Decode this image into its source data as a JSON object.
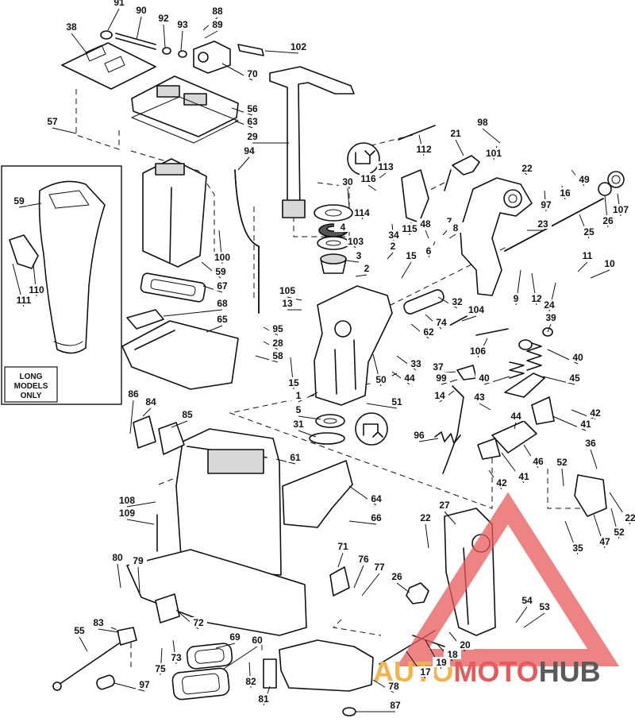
{
  "diagram": {
    "inset_note_lines": [
      "LONG",
      "MODELS",
      "ONLY"
    ],
    "callouts": [
      {
        "id": "c91",
        "label": "91"
      },
      {
        "id": "c90",
        "label": "90"
      },
      {
        "id": "c92",
        "label": "92"
      },
      {
        "id": "c93",
        "label": "93"
      },
      {
        "id": "c88",
        "label": "88"
      },
      {
        "id": "c89",
        "label": "89"
      },
      {
        "id": "c38",
        "label": "38"
      },
      {
        "id": "c102",
        "label": "102"
      },
      {
        "id": "c70",
        "label": "70"
      },
      {
        "id": "c56",
        "label": "56"
      },
      {
        "id": "c63",
        "label": "63"
      },
      {
        "id": "c57",
        "label": "57"
      },
      {
        "id": "c29",
        "label": "29"
      },
      {
        "id": "c94",
        "label": "94"
      },
      {
        "id": "c112",
        "label": "112"
      },
      {
        "id": "c98",
        "label": "98"
      },
      {
        "id": "c21",
        "label": "21"
      },
      {
        "id": "c101",
        "label": "101"
      },
      {
        "id": "c22a",
        "label": "22"
      },
      {
        "id": "c49",
        "label": "49"
      },
      {
        "id": "c113",
        "label": "113"
      },
      {
        "id": "c116",
        "label": "116"
      },
      {
        "id": "c30",
        "label": "30"
      },
      {
        "id": "c16",
        "label": "16"
      },
      {
        "id": "c97a",
        "label": "97"
      },
      {
        "id": "c26a",
        "label": "26"
      },
      {
        "id": "c107",
        "label": "107"
      },
      {
        "id": "c59a",
        "label": "59"
      },
      {
        "id": "c114",
        "label": "114"
      },
      {
        "id": "c4",
        "label": "4"
      },
      {
        "id": "c34",
        "label": "34"
      },
      {
        "id": "c115",
        "label": "115"
      },
      {
        "id": "c48",
        "label": "48"
      },
      {
        "id": "c7",
        "label": "7"
      },
      {
        "id": "c8",
        "label": "8"
      },
      {
        "id": "c23",
        "label": "23"
      },
      {
        "id": "c25",
        "label": "25"
      },
      {
        "id": "c103",
        "label": "103"
      },
      {
        "id": "c2a",
        "label": "2"
      },
      {
        "id": "c6",
        "label": "6"
      },
      {
        "id": "c100",
        "label": "100"
      },
      {
        "id": "c15a",
        "label": "15"
      },
      {
        "id": "c3",
        "label": "3"
      },
      {
        "id": "c2b",
        "label": "2"
      },
      {
        "id": "c11",
        "label": "11"
      },
      {
        "id": "c10",
        "label": "10"
      },
      {
        "id": "c59b",
        "label": "59"
      },
      {
        "id": "c67",
        "label": "67"
      },
      {
        "id": "c110",
        "label": "110"
      },
      {
        "id": "c111",
        "label": "111"
      },
      {
        "id": "c105",
        "label": "105"
      },
      {
        "id": "c9",
        "label": "9"
      },
      {
        "id": "c12",
        "label": "12"
      },
      {
        "id": "c24",
        "label": "24"
      },
      {
        "id": "c13",
        "label": "13"
      },
      {
        "id": "c68",
        "label": "68"
      },
      {
        "id": "c32",
        "label": "32"
      },
      {
        "id": "c104",
        "label": "104"
      },
      {
        "id": "c65",
        "label": "65"
      },
      {
        "id": "c74",
        "label": "74"
      },
      {
        "id": "c62",
        "label": "62"
      },
      {
        "id": "c95",
        "label": "95"
      },
      {
        "id": "c39",
        "label": "39"
      },
      {
        "id": "c28",
        "label": "28"
      },
      {
        "id": "c106",
        "label": "106"
      },
      {
        "id": "c58",
        "label": "58"
      },
      {
        "id": "c40a",
        "label": "40"
      },
      {
        "id": "c15b",
        "label": "15"
      },
      {
        "id": "c33",
        "label": "33"
      },
      {
        "id": "c37",
        "label": "37"
      },
      {
        "id": "c44a",
        "label": "44"
      },
      {
        "id": "c99",
        "label": "99"
      },
      {
        "id": "c40b",
        "label": "40"
      },
      {
        "id": "c45",
        "label": "45"
      },
      {
        "id": "c50",
        "label": "50"
      },
      {
        "id": "c1",
        "label": "1"
      },
      {
        "id": "c14",
        "label": "14"
      },
      {
        "id": "c51",
        "label": "51"
      },
      {
        "id": "c86",
        "label": "86"
      },
      {
        "id": "c84",
        "label": "84"
      },
      {
        "id": "c43",
        "label": "43"
      },
      {
        "id": "c42a",
        "label": "42"
      },
      {
        "id": "c85",
        "label": "85"
      },
      {
        "id": "c5",
        "label": "5"
      },
      {
        "id": "c41a",
        "label": "41"
      },
      {
        "id": "c31",
        "label": "31"
      },
      {
        "id": "c44b",
        "label": "44"
      },
      {
        "id": "c96",
        "label": "96"
      },
      {
        "id": "c61",
        "label": "61"
      },
      {
        "id": "c36",
        "label": "36"
      },
      {
        "id": "c46",
        "label": "46"
      },
      {
        "id": "c52a",
        "label": "52"
      },
      {
        "id": "c41b",
        "label": "41"
      },
      {
        "id": "c42b",
        "label": "42"
      },
      {
        "id": "c64",
        "label": "64"
      },
      {
        "id": "c108",
        "label": "108"
      },
      {
        "id": "c27",
        "label": "27"
      },
      {
        "id": "c22b",
        "label": "22"
      },
      {
        "id": "c52b",
        "label": "52"
      },
      {
        "id": "c109",
        "label": "109"
      },
      {
        "id": "c66",
        "label": "66"
      },
      {
        "id": "c22c",
        "label": "22"
      },
      {
        "id": "c47",
        "label": "47"
      },
      {
        "id": "c35",
        "label": "35"
      },
      {
        "id": "c71",
        "label": "71"
      },
      {
        "id": "c80",
        "label": "80"
      },
      {
        "id": "c79",
        "label": "79"
      },
      {
        "id": "c76",
        "label": "76"
      },
      {
        "id": "c77",
        "label": "77"
      },
      {
        "id": "c26b",
        "label": "26"
      },
      {
        "id": "c54",
        "label": "54"
      },
      {
        "id": "c53",
        "label": "53"
      },
      {
        "id": "c72",
        "label": "72"
      },
      {
        "id": "c83",
        "label": "83"
      },
      {
        "id": "c55",
        "label": "55"
      },
      {
        "id": "c69",
        "label": "69"
      },
      {
        "id": "c60",
        "label": "60"
      },
      {
        "id": "c73",
        "label": "73"
      },
      {
        "id": "c75",
        "label": "75"
      },
      {
        "id": "c20",
        "label": "20"
      },
      {
        "id": "c18",
        "label": "18"
      },
      {
        "id": "c19",
        "label": "19"
      },
      {
        "id": "c17",
        "label": "17"
      },
      {
        "id": "c82",
        "label": "82"
      },
      {
        "id": "c97b",
        "label": "97"
      },
      {
        "id": "c81",
        "label": "81"
      },
      {
        "id": "c78",
        "label": "78"
      },
      {
        "id": "c87",
        "label": "87"
      }
    ]
  },
  "watermark": {
    "segments": [
      "AUTO",
      "MOTO",
      "HUB"
    ],
    "colors": [
      "#f2b34a",
      "#e85a5a",
      "#5a5a5a"
    ]
  }
}
